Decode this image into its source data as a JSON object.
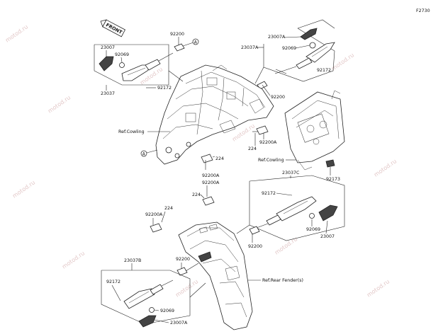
{
  "diagram": {
    "figure_code": "F2730",
    "front_marker": "FRONT",
    "ref_marker": "A",
    "watermark": "motod.ru",
    "part_numbers": {
      "p23007_top": "23007A",
      "p92069_top": "92069",
      "p23037A": "23037A",
      "p92172_top": "92172",
      "p92200_tr": "92200",
      "p92200_tl": "92200",
      "p23007_l": "23007",
      "p92069_l": "92069",
      "p92172_l": "92172",
      "p23037_l": "23037",
      "p92200A_mid": "92200A",
      "p224_mid": "224",
      "p224_c": "224",
      "p92200A_c1": "92200A",
      "p92200A_c2": "92200A",
      "p224_c2": "224",
      "p92200A_l": "92200A",
      "p224_l": "224",
      "p92173": "92173",
      "p23037C": "23037C",
      "p92172_r": "92172",
      "p92069_r": "92069",
      "p23007_r": "23007",
      "p92200_r": "92200",
      "p92200_b": "92200",
      "p23037B": "23037B",
      "p92172_b": "92172",
      "p92069_b": "92069",
      "p23007A_b": "23007A"
    },
    "references": {
      "cowling_left": "Ref.Cowling",
      "cowling_right": "Ref.Cowling",
      "rear_fender": "Ref.Rear Fender(s)"
    }
  }
}
